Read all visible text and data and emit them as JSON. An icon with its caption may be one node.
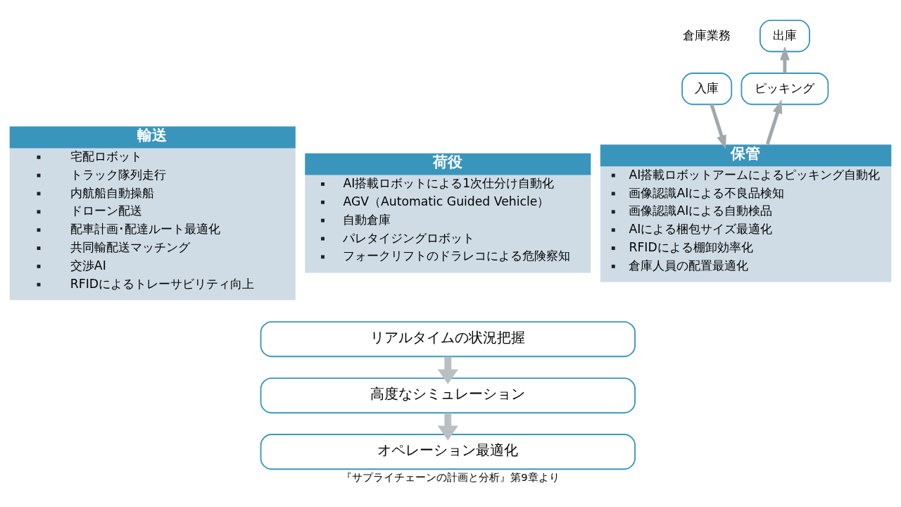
{
  "diagram": {
    "caption": "『サプライチェーンの計画と分析』第9章より",
    "nodes": [
      {
        "text": [
          "出庫"
        ]
      },
      {
        "text": [
          "入庫"
        ]
      },
      {
        "text": [
          "ピッキング"
        ]
      },
      {
        "text": [
          "輸送",
          "宅配ロボット",
          "トラック隊列走行",
          "内航船自動操船",
          "ドローン配送",
          "配車計画･配達ルート最適化",
          "共同輸配送マッチング",
          "交渉AI",
          "RFIDによるトレーサビリティ向上"
        ]
      },
      {
        "text": [
          "荷役",
          "AI搭載ロボットによる1次仕分け自動化",
          "AGV（Automatic Guided Vehicle）",
          "自動倉庫",
          "パレタイジングロボット",
          "フォークリフトのドラレコによる危険察知"
        ]
      },
      {
        "text": [
          "保管",
          "AI搭載ロボットアームによるピッキング自動化",
          "画像認識AIによる不良品検知",
          "画像認識AIによる自動検品",
          "AIによる梱包サイズ最適化",
          "RFIDによる棚卸効率化",
          "倉庫人員の配置最適化"
        ]
      },
      {
        "text": [
          "リアルタイムの状況把握"
        ]
      },
      {
        "text": [
          "高度なシミュレーション"
        ]
      },
      {
        "text": [
          "オペレーション最適化"
        ]
      }
    ],
    "edges": [
      {
        "from": 1,
        "to": 5,
        "arrow": "to"
      },
      {
        "from": 5,
        "to": 2,
        "arrow": "to"
      },
      {
        "from": 2,
        "to": 0,
        "arrow": "to"
      },
      {
        "from": 6,
        "to": 7,
        "arrow": "to",
        "style": "thick"
      },
      {
        "from": 7,
        "to": 8,
        "arrow": "to",
        "style": "thick"
      }
    ],
    "labels": [
      "倉庫業務"
    ]
  }
}
